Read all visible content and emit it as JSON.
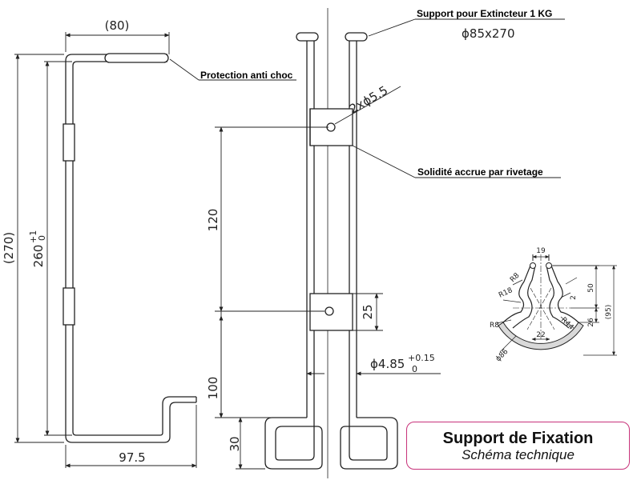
{
  "callouts": {
    "support": "Support pour Extincteur 1 KG",
    "protection": "Protection anti choc",
    "solidite": "Solidité accrue par rivetage"
  },
  "dimensions": {
    "width_top": "(80)",
    "overall_height": "(270)",
    "height_260": "260",
    "height_260_tol_upper": "+1",
    "height_260_tol_lower": "0",
    "width_bottom": "97.5",
    "extinguisher_size": "ϕ85x270",
    "holes": "2xϕ5.5",
    "spacing_120": "120",
    "spacing_25": "25",
    "spacing_100": "100",
    "spacing_30": "30",
    "wire_dia": "ϕ4.85",
    "wire_tol_upper": "+0.15",
    "wire_tol_lower": "0"
  },
  "detail": {
    "d19": "19",
    "r8_top": "R8",
    "r18": "R18",
    "d50": "50",
    "d2": "2",
    "d95": "(95)",
    "r8_bottom": "R8",
    "d22": "22",
    "r44": "R44",
    "d26": "26",
    "d86": "ϕ86"
  },
  "title_block": {
    "title": "Support de Fixation",
    "subtitle": "Schéma technique"
  },
  "colors": {
    "title_border": "#c8327a",
    "line": "#222222",
    "fill_grey": "#d9d9d9"
  }
}
